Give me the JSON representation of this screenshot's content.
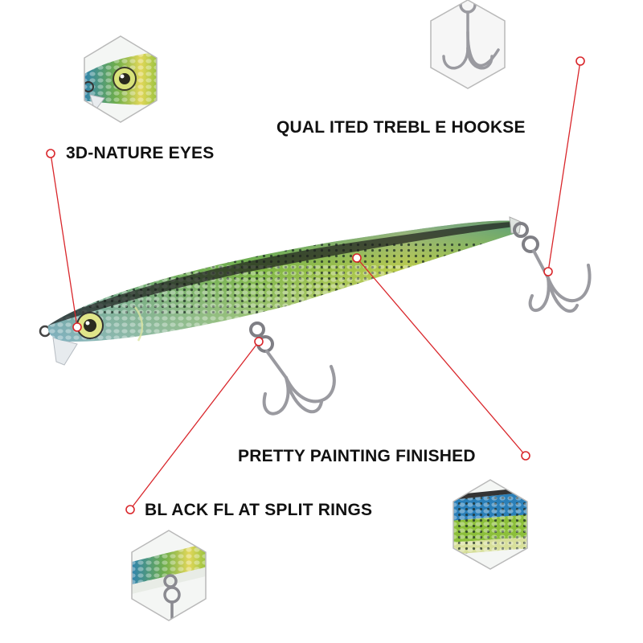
{
  "labels": {
    "eyes": "3D-NATURE EYES",
    "hooks": "QUAL ITED TREBL E HOOKSE",
    "painting": "PRETTY PAINTING FINISHED",
    "rings": "BL ACK FL AT SPLIT RINGS"
  },
  "colors": {
    "callout_line": "#d9262b",
    "text": "#111111",
    "lure_blue": "#2a7fb8",
    "lure_green": "#8cbf3a",
    "lure_yellow": "#e2d75a",
    "hook_steel": "#9a9aa0",
    "frame": "#b9b9b9"
  }
}
